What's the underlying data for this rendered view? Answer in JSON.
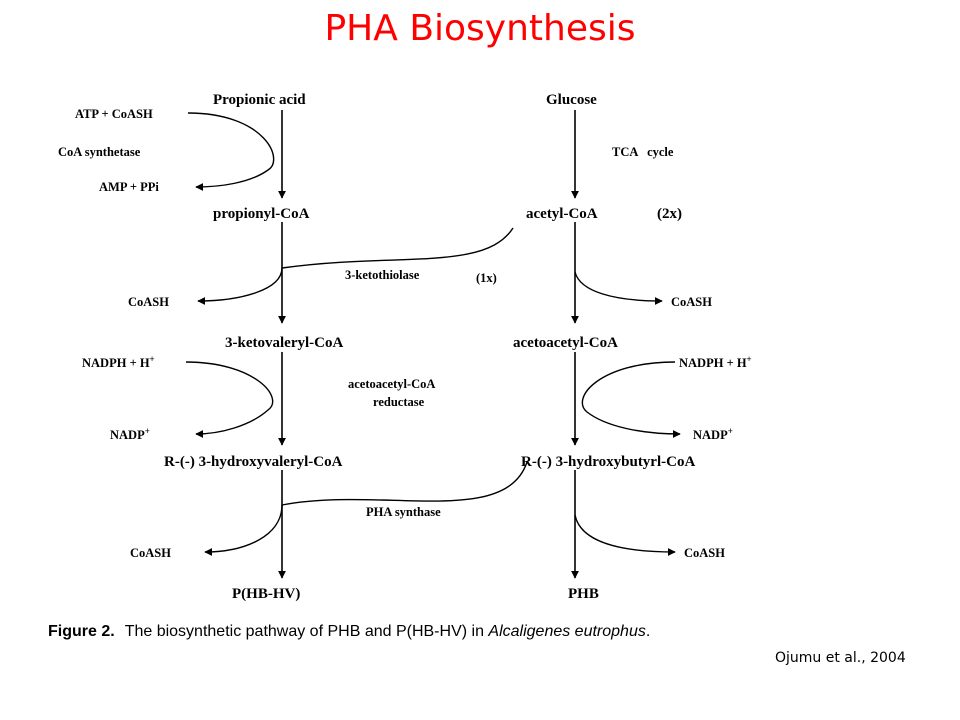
{
  "title": "PHA Biosynthesis",
  "left_path": {
    "propionic_acid": "Propionic acid",
    "atp_coash": "ATP + CoASH",
    "coa_synthetase": "CoA synthetase",
    "amp_ppi": "AMP + PPi",
    "propionyl_coa": "propionyl-CoA",
    "coash_1": "CoASH",
    "ketovaleryl_coa": "3-ketovaleryl-CoA",
    "nadph": "NADPH + H",
    "nadph_sup": "+",
    "nadp": "NADP",
    "nadp_sup": "+",
    "hydroxyvaleryl_coa": "R-(-) 3-hydroxyvaleryl-CoA",
    "coash_2": "CoASH",
    "product": "P(HB-HV)"
  },
  "right_path": {
    "glucose": "Glucose",
    "tca_cycle": "TCA   cycle",
    "acetyl_coa": "acetyl-CoA",
    "acetyl_mult": "(2x)",
    "coash_1": "CoASH",
    "acetoacetyl_coa": "acetoacetyl-CoA",
    "nadph": "NADPH + H",
    "nadph_sup": "+",
    "nadp": "NADP",
    "nadp_sup": "+",
    "hydroxybutyrl_coa": "R-(-) 3-hydroxybutyrl-CoA",
    "coash_2": "CoASH",
    "product": "PHB"
  },
  "enzymes": {
    "ketothiolase": "3-ketothiolase",
    "ketothiolase_mult": "(1x)",
    "reductase_line1": "acetoacetyl-CoA",
    "reductase_line2": "reductase",
    "synthase": "PHA synthase"
  },
  "caption": {
    "label": "Figure 2.",
    "text": "The biosynthetic pathway of PHB and P(HB-HV) in ",
    "organism": "Alcaligenes eutrophus",
    "end": "."
  },
  "citation": "Ojumu et al., 2004"
}
